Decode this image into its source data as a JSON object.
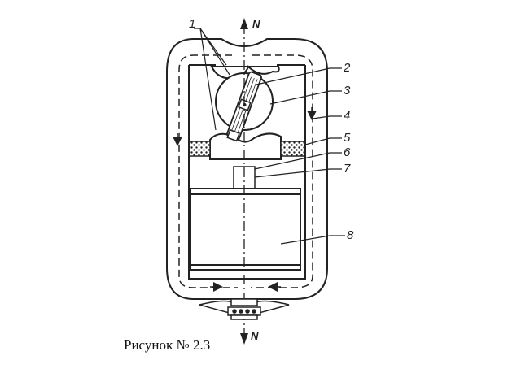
{
  "figure": {
    "caption": "Рисунок № 2.3",
    "pole_top": "N",
    "pole_bottom": "N",
    "callouts": [
      "1",
      "2",
      "3",
      "4",
      "5",
      "6",
      "7",
      "8"
    ]
  }
}
